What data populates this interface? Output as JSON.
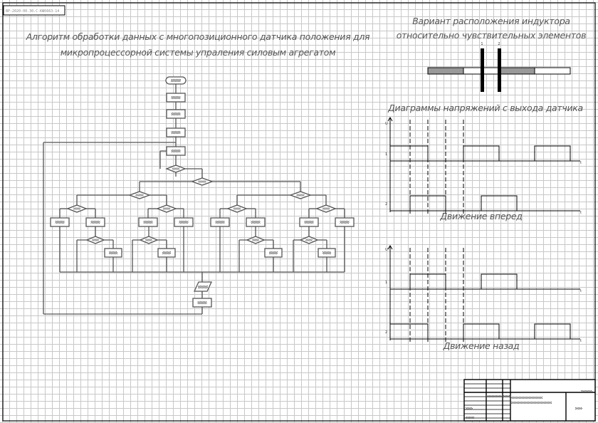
{
  "sheet": {
    "stamp_code": "ВР-2020-00.30.С-КФ6663-14",
    "flowchart_title_line1": "Алгоритм обработки данных с многопозиционного датчика положения для",
    "flowchart_title_line2": "микропроцессорной системы упраления силовым агрегатом",
    "inductor_title_line1": "Вариант расположения индуктора",
    "inductor_title_line2": "относительно чувствительных элементов",
    "inductor_labels": [
      "1",
      "2"
    ],
    "diagrams_title": "Диаграммы напряжений с выхода датчика",
    "forward_caption": "Движение вперед",
    "backward_caption": "Движение назад",
    "axis": {
      "u": "U",
      "t": "t",
      "ch1": "1",
      "ch2": "2"
    }
  },
  "colors": {
    "line": "#000000",
    "flow": "#555555",
    "connector": "#2a2a6a",
    "fill_gray": "#999999"
  }
}
